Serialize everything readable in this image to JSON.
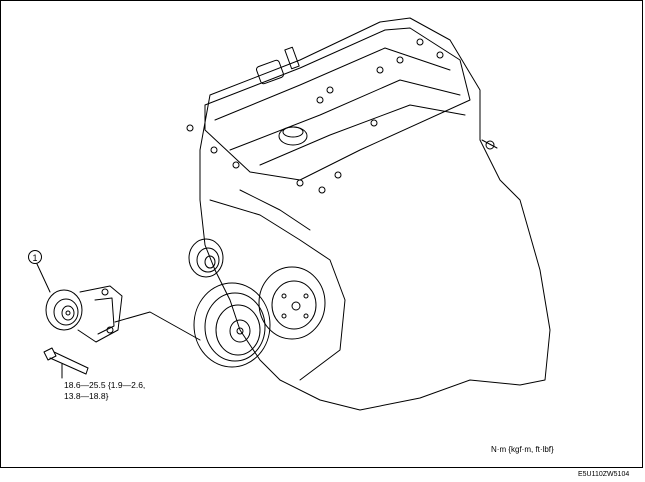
{
  "callout": {
    "number": "1"
  },
  "torque": {
    "line1": "18.6—25.5 {1.9—2.6,",
    "line2": "13.8—18.8}"
  },
  "units_note": "N·m {kgf·m, ft·lbf}",
  "figure_id": "E5U110ZW5104"
}
